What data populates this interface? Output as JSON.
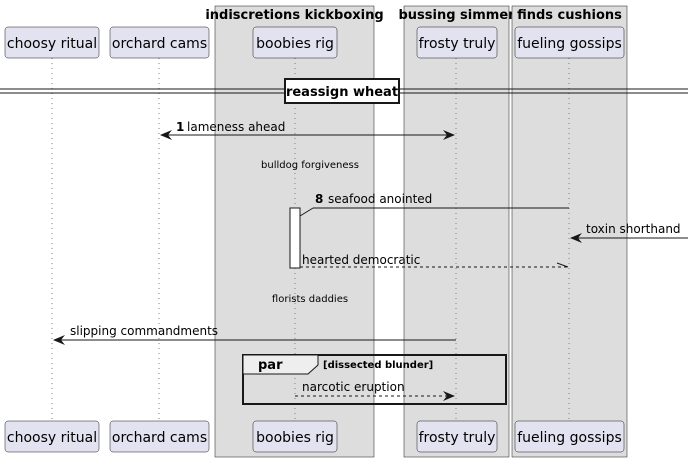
{
  "boxes": {
    "indiscretions": "indiscretions kickboxing",
    "bussing": "bussing simmer",
    "finds": "finds cushions"
  },
  "participants": {
    "choosy": "choosy ritual",
    "orchard": "orchard cams",
    "boobies": "boobies rig",
    "frosty": "frosty truly",
    "fueling": "fueling gossips"
  },
  "divider": "reassign wheat",
  "messages": {
    "m1_num": "1",
    "m1": "lameness ahead",
    "delay1": "bulldog forgiveness",
    "m8_num": "8",
    "m8": "seafood anointed",
    "toxin": "toxin shorthand",
    "hearted": "hearted democratic",
    "delay2": "florists daddies",
    "slipping": "slipping commandments",
    "narcotic": "narcotic eruption"
  },
  "group": {
    "keyword": "par",
    "condition": "[dissected blunder]"
  },
  "colors": {
    "box_fill": "#dddddd",
    "participant_fill": "#e2e2f0",
    "participant_stroke": "#181818",
    "line": "#181818",
    "lifeline": "#808080"
  }
}
